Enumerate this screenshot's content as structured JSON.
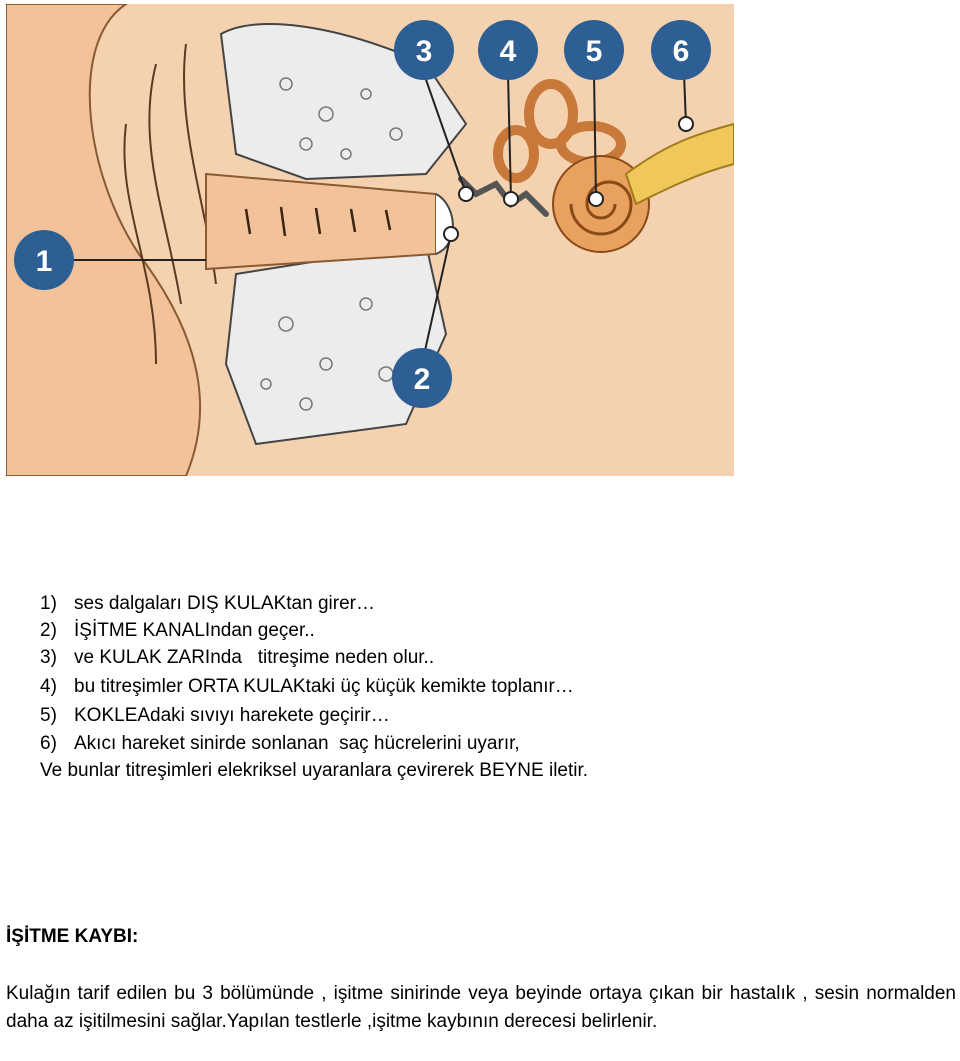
{
  "figure": {
    "markers": [
      "1",
      "2",
      "3",
      "4",
      "5",
      "6"
    ],
    "colors": {
      "marker_fill": "#2e5f94",
      "skin": "#f2c39a",
      "bone": "#e6e6e6",
      "cochlea": "#e8a15e",
      "nerve": "#f0c75a"
    }
  },
  "steps": [
    {
      "num": "1)",
      "text": "ses dalgaları DIŞ KULAKtan girer…"
    },
    {
      "num": "2)",
      "text": "İŞİTME KANALIndan geçer.."
    },
    {
      "num": "3)",
      "text": "ve KULAK ZARInda   titreşime neden olur.."
    },
    {
      "num": "4)",
      "text": "bu titreşimler ORTA KULAKtaki üç küçük kemikte toplanır…"
    },
    {
      "num": "5)",
      "text": "KOKLEAdaki sıvıyı harekete geçirir…"
    },
    {
      "num": "6)",
      "text": "Akıcı hareket sinirde sonlanan  saç hücrelerini uyarır,"
    }
  ],
  "continuation": "Ve bunlar titreşimleri elekriksel uyaranlara çevirerek BEYNE iletir.",
  "heading": "İŞİTME KAYBI:",
  "paragraph": "Kulağın tarif edilen bu 3 bölümünde , işitme sinirinde veya beyinde ortaya çıkan bir hastalık , sesin normalden daha az işitilmesini sağlar.Yapılan testlerle ,işitme kaybının derecesi belirlenir."
}
